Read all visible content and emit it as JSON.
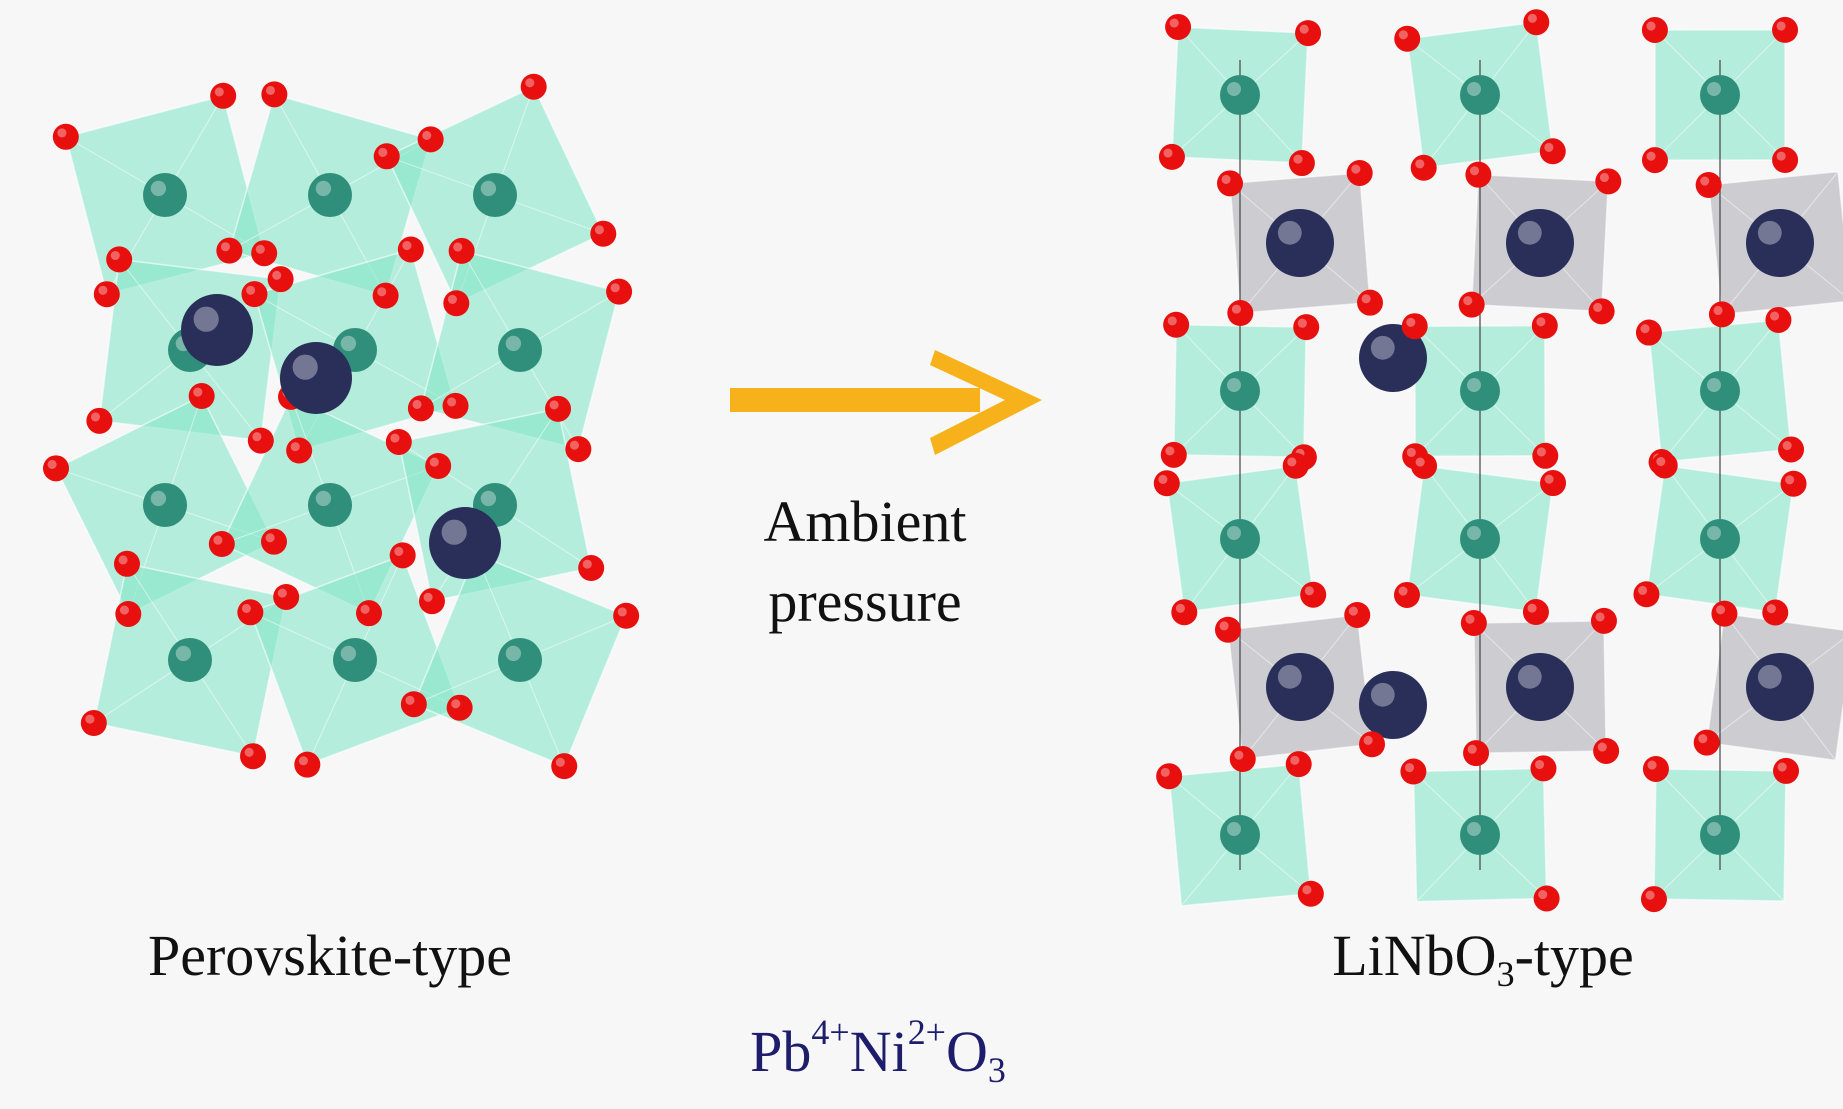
{
  "colors": {
    "octahedron": "#7fe6c4",
    "oxygen": "#e8100f",
    "ni_atom": "#2f8f7a",
    "pb_atom": "#2a2f5a",
    "pb_polyhedron": "#a9a9b0",
    "arrow": "#f7b21b",
    "formula": "#1d1d6b"
  },
  "left_structure": {
    "label": "Perovskite-type"
  },
  "transition": {
    "line1": "Ambient",
    "line2": "pressure"
  },
  "right_structure": {
    "label_main": "LiNbO",
    "label_sub": "3",
    "label_suffix": "-type"
  },
  "formula": {
    "pb": "Pb",
    "pb_charge": "4+",
    "ni": "Ni",
    "ni_charge": "2+",
    "o": "O",
    "o_count": "3"
  }
}
